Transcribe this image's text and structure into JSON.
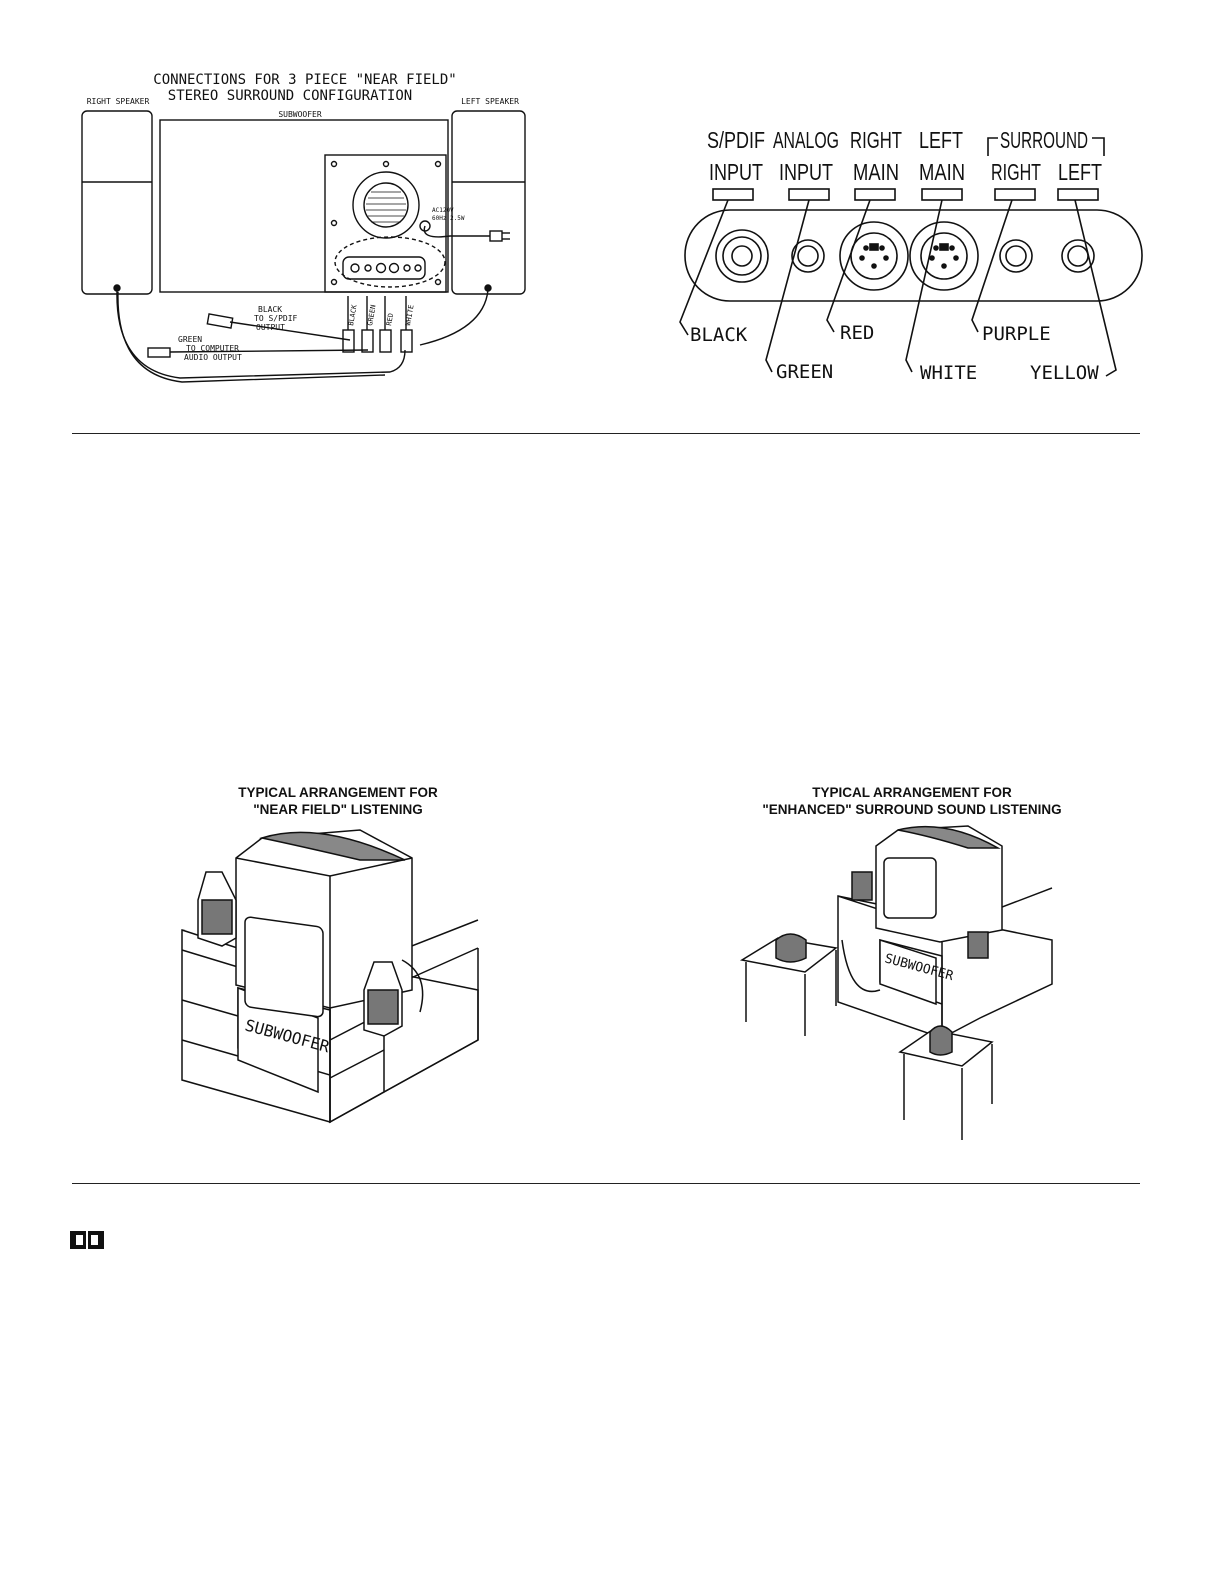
{
  "connections_diagram": {
    "title_line1": "CONNECTIONS FOR 3 PIECE \"NEAR FIELD\"",
    "title_line2": "STEREO SURROUND CONFIGURATION",
    "right_speaker_label": "RIGHT SPEAKER",
    "left_speaker_label": "LEFT SPEAKER",
    "subwoofer_label": "SUBWOOFER",
    "power_label_1": "AC120V",
    "power_label_2": "60Hz 2.5W",
    "cable_black_1": "BLACK",
    "cable_black_2": "TO S/PDIF",
    "cable_black_3": "OUTPUT",
    "cable_green_1": "GREEN",
    "cable_green_2": "TO COMPUTER",
    "cable_green_3": "AUDIO OUTPUT",
    "wire_black": "BLACK",
    "wire_green": "GREEN",
    "wire_red": "RED",
    "wire_white": "WHITE"
  },
  "jack_panel": {
    "jacks": [
      {
        "line1": "S/PDIF",
        "line2": "INPUT"
      },
      {
        "line1": "ANALOG",
        "line2": "INPUT"
      },
      {
        "line1": "RIGHT",
        "line2": "MAIN"
      },
      {
        "line1": "LEFT",
        "line2": "MAIN"
      },
      {
        "line1": "",
        "line2": "RIGHT"
      },
      {
        "line1": "",
        "line2": "LEFT"
      }
    ],
    "surround_group": "SURROUND",
    "colors": [
      "BLACK",
      "GREEN",
      "RED",
      "WHITE",
      "PURPLE",
      "YELLOW"
    ]
  },
  "arrangements": {
    "near_field": {
      "line1": "TYPICAL ARRANGEMENT FOR",
      "line2": "\"NEAR FIELD\" LISTENING",
      "subwoofer_text": "SUBWOOFER"
    },
    "enhanced": {
      "line1": "TYPICAL ARRANGEMENT FOR",
      "line2": "\"ENHANCED\" SURROUND SOUND LISTENING",
      "subwoofer_text": "SUBWOOFER"
    }
  },
  "icons": [
    "dolby-logo-icon"
  ]
}
